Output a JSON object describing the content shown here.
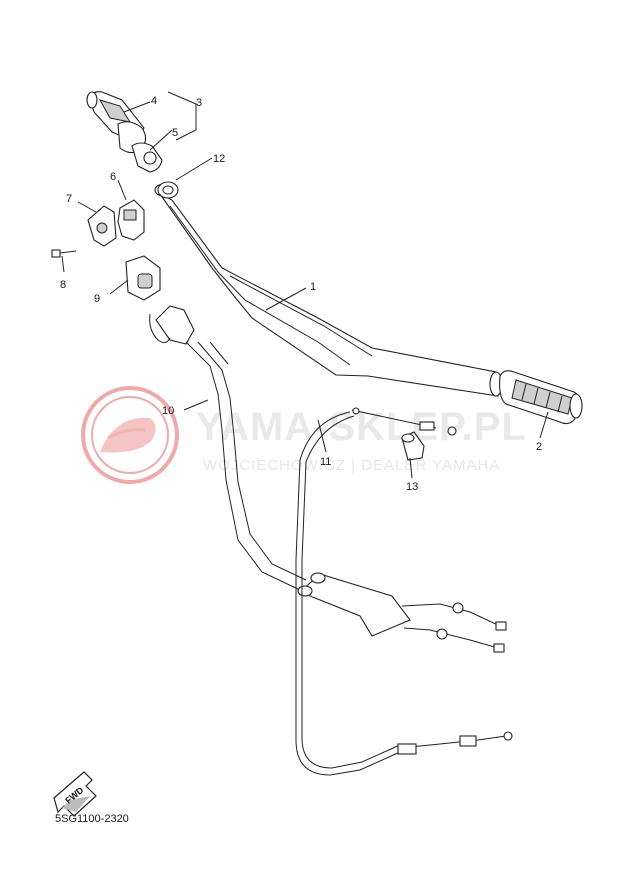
{
  "watermark": {
    "brand": "YAMA-SKLEP.PL",
    "tagline": "WOJCIECHOWICZ | DEALER YAMAHA",
    "logo_color": "#f0a8a8"
  },
  "fwd_badge": {
    "text": "FWD"
  },
  "diagram_code": "5SG1100-2320",
  "callouts": [
    {
      "id": "1",
      "part": "handlebar"
    },
    {
      "id": "2",
      "part": "grip-left"
    },
    {
      "id": "3",
      "part": "throttle-assembly"
    },
    {
      "id": "4",
      "part": "throttle-grip"
    },
    {
      "id": "5",
      "part": "throttle-guide"
    },
    {
      "id": "6",
      "part": "cable-housing-upper"
    },
    {
      "id": "7",
      "part": "cable-housing-lower"
    },
    {
      "id": "8",
      "part": "screw"
    },
    {
      "id": "9",
      "part": "cap"
    },
    {
      "id": "10",
      "part": "throttle-cable"
    },
    {
      "id": "11",
      "part": "clutch-cable"
    },
    {
      "id": "12",
      "part": "collar"
    },
    {
      "id": "13",
      "part": "adjuster"
    }
  ]
}
